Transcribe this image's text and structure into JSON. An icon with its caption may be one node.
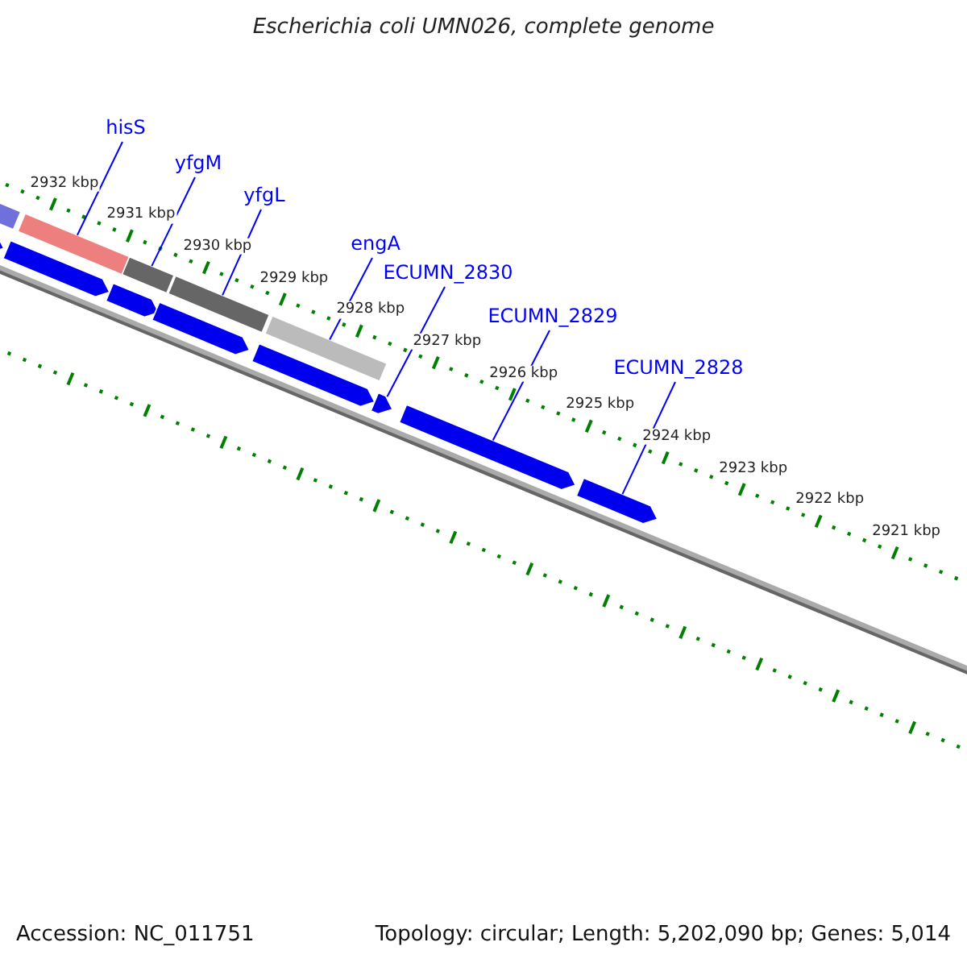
{
  "diagram": {
    "title": "Escherichia coli UMN026, complete genome",
    "nodes": [
      {
        "text": [
          "hisS"
        ]
      },
      {
        "text": [
          "yfgM"
        ]
      },
      {
        "text": [
          "yfgL"
        ]
      },
      {
        "text": [
          "engA"
        ]
      },
      {
        "text": [
          "ECUMN_2830"
        ]
      },
      {
        "text": [
          "ECUMN_2829"
        ]
      },
      {
        "text": [
          "ECUMN_2828"
        ]
      },
      {
        "text": [],
        "shape": "bar"
      },
      {
        "text": [],
        "shape": "bar"
      },
      {
        "text": [],
        "shape": "bar"
      },
      {
        "text": [],
        "shape": "bar"
      },
      {
        "text": [],
        "shape": "arrow"
      },
      {
        "text": [],
        "shape": "arrow"
      },
      {
        "text": [],
        "shape": "arrow"
      }
    ],
    "edges": [
      {
        "from": 0,
        "to": 7,
        "arrow": "none"
      },
      {
        "from": 1,
        "to": 8,
        "arrow": "none"
      },
      {
        "from": 2,
        "to": 9,
        "arrow": "none"
      },
      {
        "from": 3,
        "to": 10,
        "arrow": "none"
      },
      {
        "from": 4,
        "to": 11,
        "arrow": "none"
      },
      {
        "from": 5,
        "to": 12,
        "arrow": "none"
      },
      {
        "from": 6,
        "to": 13,
        "arrow": "none"
      }
    ],
    "labels": [
      "2932 kbp",
      "2931 kbp",
      "2930 kbp",
      "2929 kbp",
      "2928 kbp",
      "2927 kbp",
      "2926 kbp",
      "2925 kbp",
      "2924 kbp",
      "2923 kbp",
      "2922 kbp",
      "2921 kbp",
      "Accession: NC_011751",
      "Topology: circular; Length: 5,202,090 bp; Genes: 5,014"
    ]
  }
}
